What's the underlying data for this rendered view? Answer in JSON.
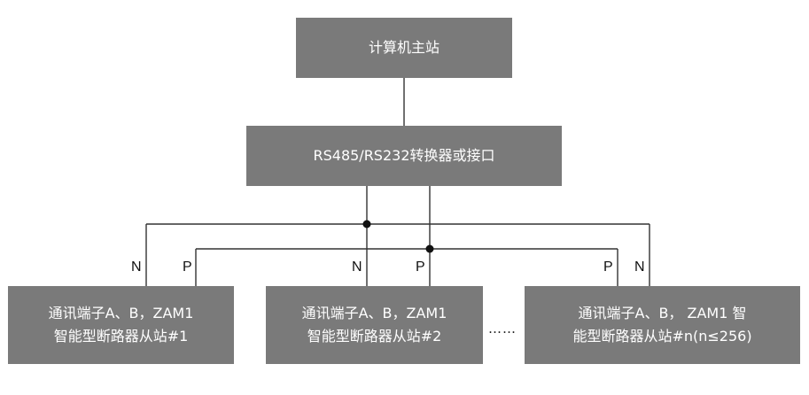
{
  "nodes": {
    "master": {
      "label": "计算机主站"
    },
    "converter": {
      "label": "RS485/RS232转换器或接口"
    },
    "slave1": {
      "line1": "通讯端子A、B，ZAM1",
      "line2": "智能型断路器从站#1"
    },
    "slave2": {
      "line1": "通讯端子A、B，ZAM1",
      "line2": "智能型断路器从站#2"
    },
    "slaveN": {
      "line1": "通讯端子A、B， ZAM1 智",
      "line2": "能型断路器从站#n(n≤256)"
    }
  },
  "bus_labels": {
    "n": "N",
    "p": "P"
  },
  "ellipsis": "……",
  "colors": {
    "box_fill": "#7a7a7a",
    "box_text": "#ffffff",
    "wire": "#333333",
    "junction": "#111111"
  }
}
